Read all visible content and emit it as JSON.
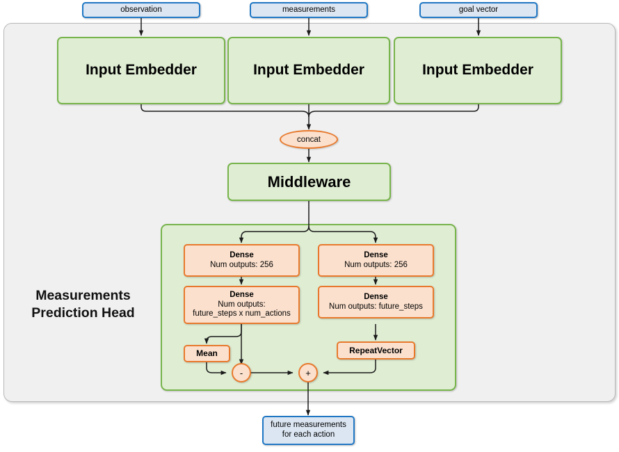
{
  "diagram": {
    "title": "Measurements Prediction Head network architecture",
    "colors": {
      "io_fill": "#dce6f2",
      "io_stroke": "#1f77c4",
      "module_fill": "#dfedd3",
      "module_stroke": "#77b44b",
      "layer_fill": "#fbe0cd",
      "layer_stroke": "#e8792c",
      "container_fill": "#f0f0f0",
      "container_stroke": "#b8b8b8",
      "edge": "#1a1a1a"
    }
  },
  "inputs": [
    {
      "label": "observation"
    },
    {
      "label": "measurements"
    },
    {
      "label": "goal vector"
    }
  ],
  "embedders": [
    {
      "label": "Input Embedder"
    },
    {
      "label": "Input Embedder"
    },
    {
      "label": "Input Embedder"
    }
  ],
  "concat": {
    "label": "concat"
  },
  "middleware": {
    "label": "Middleware"
  },
  "head": {
    "title_line1": "Measurements",
    "title_line2": "Prediction Head",
    "left_branch": {
      "dense1": {
        "title": "Dense",
        "sub1": "Num outputs: 256"
      },
      "dense2": {
        "title": "Dense",
        "sub1": "Num outputs:",
        "sub2": "future_steps x num_actions"
      },
      "mean": {
        "label": "Mean"
      },
      "op": {
        "label": "-"
      }
    },
    "right_branch": {
      "dense1": {
        "title": "Dense",
        "sub1": "Num outputs: 256"
      },
      "dense2": {
        "title": "Dense",
        "sub1": "Num outputs: future_steps"
      },
      "repeat": {
        "label": "RepeatVector"
      }
    },
    "merge_op": {
      "label": "+"
    }
  },
  "output": {
    "line1": "future measurements",
    "line2": "for each action"
  }
}
